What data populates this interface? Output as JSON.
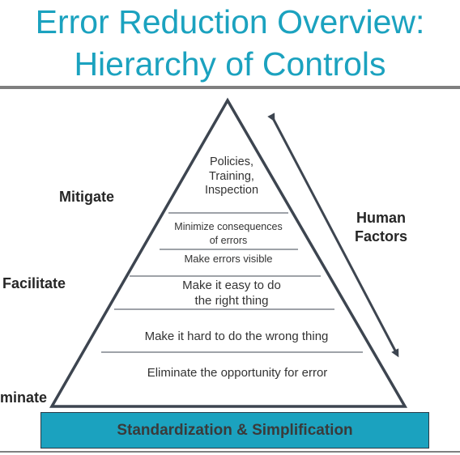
{
  "title": {
    "line1": "Error Reduction Overview:",
    "line2": "Hierarchy of Controls"
  },
  "pyramid": {
    "levels": [
      {
        "line1": "Policies,",
        "line2": "Training,",
        "line3": "Inspection"
      },
      {
        "line1": "Minimize consequences",
        "line2": "of errors"
      },
      {
        "line1": "Make errors visible"
      },
      {
        "line1": "Make it easy to do",
        "line2": "the right thing"
      },
      {
        "line1": "Make it hard to do the wrong thing"
      },
      {
        "line1": "Eliminate the opportunity for error"
      }
    ]
  },
  "side_labels": {
    "mitigate": "Mitigate",
    "facilitate": "Facilitate",
    "eliminate": "minate"
  },
  "human_factors": {
    "line1": "Human",
    "line2": "Factors"
  },
  "base": {
    "label": "Standardization & Simplification"
  },
  "colors": {
    "accent": "#1ba2bf",
    "outline": "#3d4550"
  }
}
